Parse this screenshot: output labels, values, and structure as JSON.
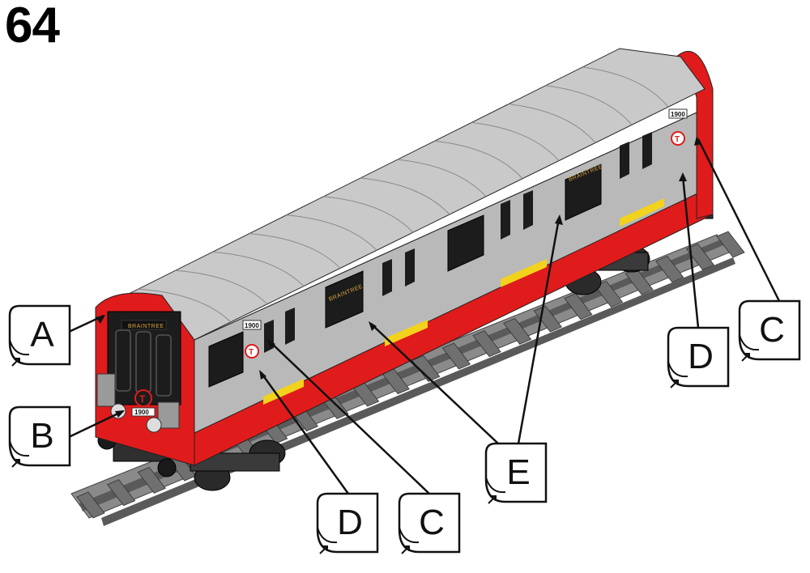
{
  "step": {
    "number": "64"
  },
  "train": {
    "destination_sign": "BRAINTREE",
    "car_number": "1900",
    "logo_letter": "T"
  },
  "callouts": [
    {
      "id": "A",
      "label": "A"
    },
    {
      "id": "B",
      "label": "B"
    },
    {
      "id": "C1",
      "label": "C"
    },
    {
      "id": "D1",
      "label": "D"
    },
    {
      "id": "C2",
      "label": "C"
    },
    {
      "id": "D2",
      "label": "D"
    },
    {
      "id": "E",
      "label": "E"
    }
  ],
  "colors": {
    "body_grey": "#b9b9b9",
    "roof_grey": "#c9c9c9",
    "red": "#e01b1b",
    "yellow": "#f2d21c",
    "dark": "#1c1c1c",
    "track": "#6e6e6e"
  }
}
